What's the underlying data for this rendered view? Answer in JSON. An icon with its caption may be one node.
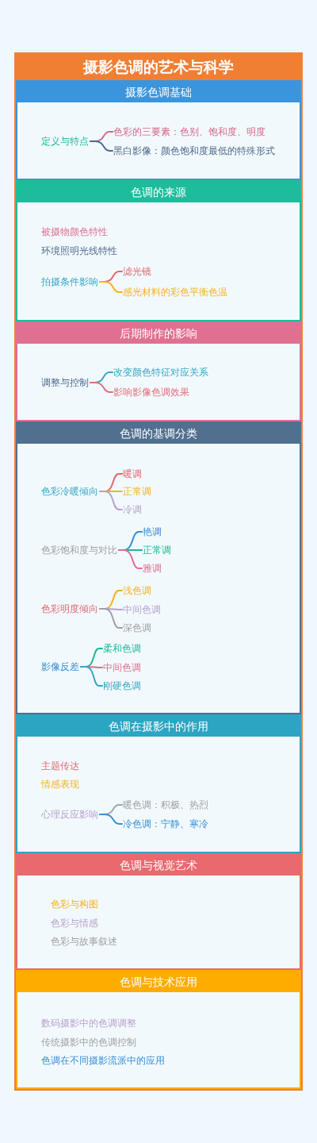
{
  "diagram": {
    "nodes": [
      {
        "text": [
          "摄影色调的艺术与科学"
        ]
      },
      {
        "text": [
          "摄影色调基础"
        ],
        "in": 0
      },
      {
        "text": [
          "定义与特点"
        ],
        "in": 1
      },
      {
        "text": [
          "色彩的三要素：色别、饱和度、明度"
        ],
        "in": 1
      },
      {
        "text": [
          "黑白影像：颜色饱和度最低的特殊形式"
        ],
        "in": 1
      },
      {
        "text": [
          "色调的来源",
          "被摄物颜色特性",
          "环境照明光线特性"
        ],
        "in": 0
      },
      {
        "text": [
          "拍摄条件影响"
        ],
        "in": 5
      },
      {
        "text": [
          "滤光镜"
        ],
        "in": 5
      },
      {
        "text": [
          "感光材料的彩色平衡色温"
        ],
        "in": 5
      },
      {
        "text": [
          "后期制作的影响"
        ],
        "in": 0
      },
      {
        "text": [
          "调整与控制"
        ],
        "in": 9
      },
      {
        "text": [
          "改变颜色特征对应关系"
        ],
        "in": 9
      },
      {
        "text": [
          "影响影像色调效果"
        ],
        "in": 9
      },
      {
        "text": [
          "色调的基调分类"
        ],
        "in": 0
      },
      {
        "text": [
          "色彩冷暖倾向"
        ],
        "in": 13
      },
      {
        "text": [
          "暖调"
        ],
        "in": 13
      },
      {
        "text": [
          "正常调"
        ],
        "in": 13
      },
      {
        "text": [
          "冷调"
        ],
        "in": 13
      },
      {
        "text": [
          "色彩饱和度与对比"
        ],
        "in": 13
      },
      {
        "text": [
          "艳调"
        ],
        "in": 13
      },
      {
        "text": [
          "正常调"
        ],
        "in": 13
      },
      {
        "text": [
          "雅调"
        ],
        "in": 13
      },
      {
        "text": [
          "色彩明度倾向"
        ],
        "in": 13
      },
      {
        "text": [
          "浅色调"
        ],
        "in": 13
      },
      {
        "text": [
          "中间色调"
        ],
        "in": 13
      },
      {
        "text": [
          "深色调"
        ],
        "in": 13
      },
      {
        "text": [
          "影像反差"
        ],
        "in": 13
      },
      {
        "text": [
          "柔和色调"
        ],
        "in": 13
      },
      {
        "text": [
          "中间色调"
        ],
        "in": 13
      },
      {
        "text": [
          "刚硬色调"
        ],
        "in": 13
      },
      {
        "text": [
          "色调在摄影中的作用",
          "主题传达",
          "情感表现"
        ],
        "in": 0
      },
      {
        "text": [
          "心理反应影响"
        ],
        "in": 30
      },
      {
        "text": [
          "暖色调：积极、热烈"
        ],
        "in": 30
      },
      {
        "text": [
          "冷色调：宁静、寒冷"
        ],
        "in": 30
      },
      {
        "text": [
          "色调与视觉艺术",
          "色彩与构图",
          "色彩与情感",
          "色彩与故事叙述"
        ],
        "in": 0
      },
      {
        "text": [
          "色调与技术应用",
          "数码摄影中的色调调整",
          "传统摄影中的色调控制",
          "色调在不同摄影流派中的应用"
        ],
        "in": 0
      }
    ],
    "edges": [
      {
        "from": 2,
        "to": 3,
        "arrow": "none",
        "color": "#d9668a"
      },
      {
        "from": 2,
        "to": 4,
        "arrow": "none",
        "color": "#4e6a8a"
      },
      {
        "from": 6,
        "to": 7,
        "arrow": "none",
        "color": "#e0696f"
      },
      {
        "from": 6,
        "to": 8,
        "arrow": "none",
        "color": "#f5b324"
      },
      {
        "from": 10,
        "to": 11,
        "arrow": "none",
        "color": "#35a7c3"
      },
      {
        "from": 10,
        "to": 12,
        "arrow": "none",
        "color": "#e0707a"
      },
      {
        "from": 14,
        "to": 15,
        "arrow": "none",
        "color": "#e0696f"
      },
      {
        "from": 14,
        "to": 16,
        "arrow": "none",
        "color": "#f5b324"
      },
      {
        "from": 14,
        "to": 17,
        "arrow": "none",
        "color": "#b7a3c9"
      },
      {
        "from": 18,
        "to": 19,
        "arrow": "none",
        "color": "#3a8fd8"
      },
      {
        "from": 18,
        "to": 20,
        "arrow": "none",
        "color": "#20b896"
      },
      {
        "from": 18,
        "to": 21,
        "arrow": "none",
        "color": "#de6f8f"
      },
      {
        "from": 22,
        "to": 23,
        "arrow": "none",
        "color": "#f5b324"
      },
      {
        "from": 22,
        "to": 24,
        "arrow": "none",
        "color": "#b7a3c9"
      },
      {
        "from": 22,
        "to": 25,
        "arrow": "none",
        "color": "#a0a0a0"
      },
      {
        "from": 26,
        "to": 27,
        "arrow": "none",
        "color": "#20b896"
      },
      {
        "from": 26,
        "to": 28,
        "arrow": "none",
        "color": "#de6f8f"
      },
      {
        "from": 26,
        "to": 29,
        "arrow": "none",
        "color": "#35a7c3"
      },
      {
        "from": 31,
        "to": 32,
        "arrow": "none",
        "color": "#a0a8b0"
      },
      {
        "from": 31,
        "to": 33,
        "arrow": "none",
        "color": "#3a8fd8"
      }
    ]
  }
}
